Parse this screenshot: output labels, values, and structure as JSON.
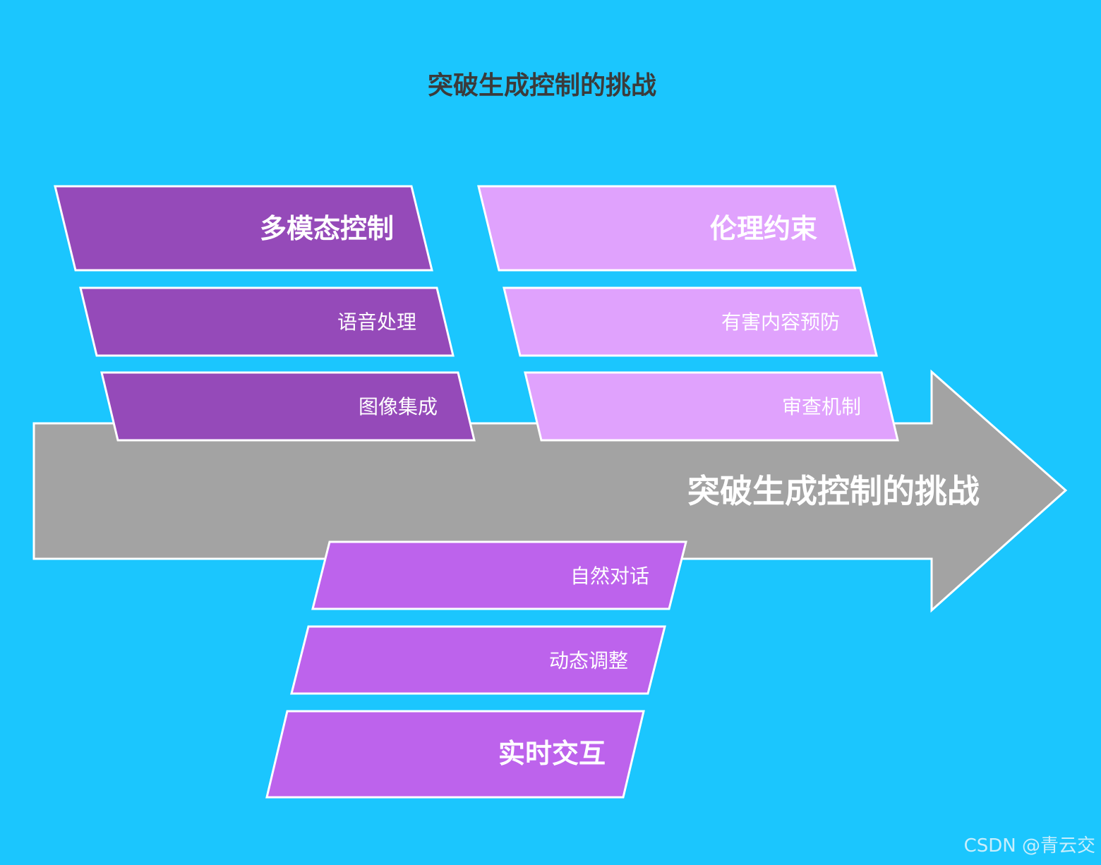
{
  "diagram": {
    "title": "突破生成控制的挑战",
    "spine_label": "突破生成控制的挑战",
    "groups": [
      {
        "id": "multimodal",
        "heading": "多模态控制",
        "items": [
          "语音处理",
          "图像集成"
        ],
        "color": "#954ab9"
      },
      {
        "id": "ethics",
        "heading": "伦理约束",
        "items": [
          "有害内容预防",
          "审查机制"
        ],
        "color": "#e0a2fd"
      },
      {
        "id": "realtime",
        "heading": "实时交互",
        "items": [
          "自然对话",
          "动态调整"
        ],
        "color": "#bd63ec"
      }
    ]
  },
  "watermark": "CSDN @青云交",
  "colors": {
    "background": "#1bc6fe",
    "arrow": "#a3a3a3",
    "stroke": "#ffffff",
    "title": "#3b3b3b"
  }
}
